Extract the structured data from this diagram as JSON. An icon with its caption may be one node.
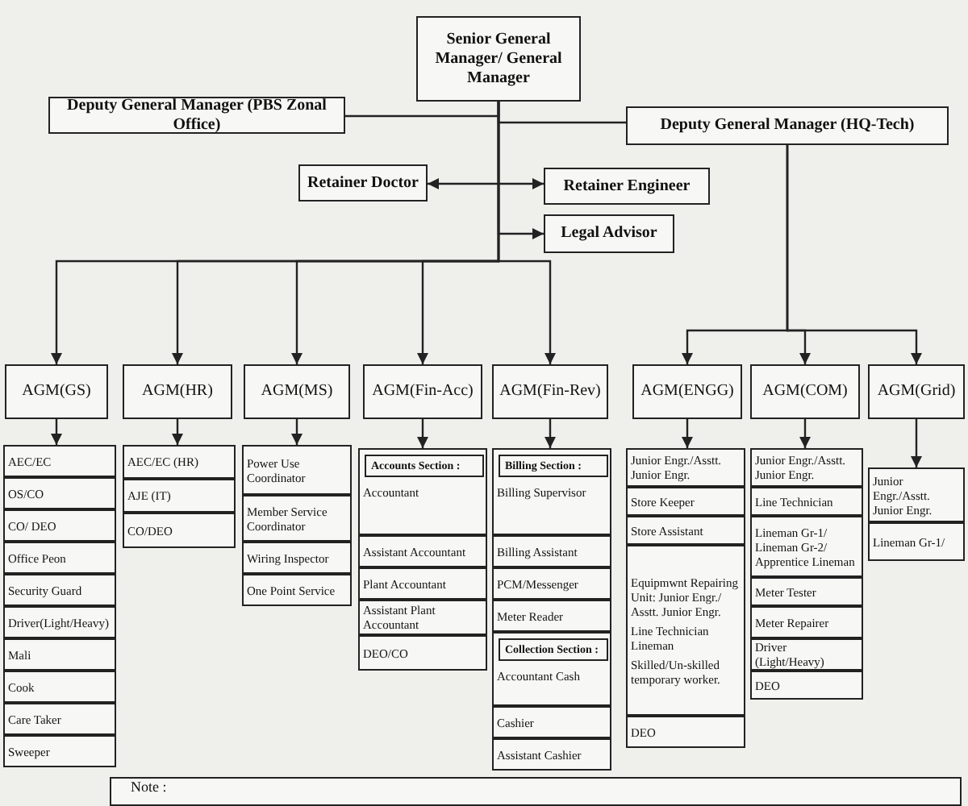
{
  "diagram": {
    "nodes": [
      {
        "text": [
          "Senior General Manager/ General Manager"
        ]
      },
      {
        "text": [
          "Deputy General Manager (PBS Zonal Office)"
        ]
      },
      {
        "text": [
          "Deputy General Manager (HQ-Tech)"
        ]
      },
      {
        "text": [
          "Retainer Doctor"
        ]
      },
      {
        "text": [
          "Retainer Engineer"
        ]
      },
      {
        "text": [
          "Legal Advisor"
        ]
      },
      {
        "text": [
          "AGM(GS)"
        ]
      },
      {
        "text": [
          "AGM(HR)"
        ]
      },
      {
        "text": [
          "AGM(MS)"
        ]
      },
      {
        "text": [
          "AGM(Fin-Acc)"
        ]
      },
      {
        "text": [
          "AGM(Fin-Rev)"
        ]
      },
      {
        "text": [
          "AGM(ENGG)"
        ]
      },
      {
        "text": [
          "AGM(COM)"
        ]
      },
      {
        "text": [
          "AGM(Grid)"
        ]
      },
      {
        "text": [
          "AEC/EC"
        ]
      },
      {
        "text": [
          "OS/CO"
        ]
      },
      {
        "text": [
          "CO/ DEO"
        ]
      },
      {
        "text": [
          "Office Peon"
        ]
      },
      {
        "text": [
          "Security Guard"
        ]
      },
      {
        "text": [
          "Driver(Light/Heavy)"
        ]
      },
      {
        "text": [
          "Mali"
        ]
      },
      {
        "text": [
          "Cook"
        ]
      },
      {
        "text": [
          "Care Taker"
        ]
      },
      {
        "text": [
          "Sweeper"
        ]
      },
      {
        "text": [
          "AEC/EC (HR)"
        ]
      },
      {
        "text": [
          "AJE (IT)"
        ]
      },
      {
        "text": [
          "CO/DEO"
        ]
      },
      {
        "text": [
          "Power Use Coordinator"
        ]
      },
      {
        "text": [
          "Member Service Coordinator"
        ]
      },
      {
        "text": [
          "Wiring Inspector"
        ]
      },
      {
        "text": [
          "One Point Service"
        ]
      },
      {
        "text": [
          "Accountant"
        ]
      },
      {
        "text": [
          "Accounts Section :"
        ],
        "in": 31
      },
      {
        "text": [
          "Assistant Accountant"
        ]
      },
      {
        "text": [
          "Plant Accountant"
        ]
      },
      {
        "text": [
          "Assistant Plant Accountant"
        ]
      },
      {
        "text": [
          "DEO/CO"
        ]
      },
      {
        "text": [
          "Billing Supervisor"
        ]
      },
      {
        "text": [
          "Billing Section :"
        ],
        "in": 37
      },
      {
        "text": [
          "Billing Assistant"
        ]
      },
      {
        "text": [
          "PCM/Messenger"
        ]
      },
      {
        "text": [
          "Meter Reader"
        ]
      },
      {
        "text": [
          "Accountant Cash"
        ]
      },
      {
        "text": [
          "Collection Section :"
        ],
        "in": 42
      },
      {
        "text": [
          "Cashier"
        ]
      },
      {
        "text": [
          "Assistant Cashier"
        ]
      },
      {
        "text": [
          "Junior Engr./Asstt. Junior Engr."
        ]
      },
      {
        "text": [
          "Store Keeper"
        ]
      },
      {
        "text": [
          "Store Assistant"
        ]
      },
      {
        "text": [
          "Equipmwnt Repairing Unit: Junior Engr./ Asstt. Junior Engr.",
          "Line Technician Lineman",
          "Skilled/Un-skilled temporary worker."
        ]
      },
      {
        "text": [
          "DEO"
        ]
      },
      {
        "text": [
          "Junior Engr./Asstt. Junior Engr."
        ]
      },
      {
        "text": [
          "Line Technician"
        ]
      },
      {
        "text": [
          "Lineman Gr-1/ Lineman Gr-2/ Apprentice Lineman"
        ]
      },
      {
        "text": [
          "Meter Tester"
        ]
      },
      {
        "text": [
          "Meter Repairer"
        ]
      },
      {
        "text": [
          "Driver (Light/Heavy)"
        ]
      },
      {
        "text": [
          "DEO"
        ]
      },
      {
        "text": [
          "Junior Engr./Asstt. Junior Engr."
        ]
      },
      {
        "text": [
          "Lineman Gr-1/"
        ]
      },
      {
        "text": [
          "Note :"
        ]
      }
    ],
    "edges": [
      {
        "from": 0,
        "to": 1,
        "arrow": "none"
      },
      {
        "from": 0,
        "to": 2,
        "arrow": "none"
      },
      {
        "from": 3,
        "to": 4,
        "arrow": "both"
      },
      {
        "from": 0,
        "to": 5,
        "arrow": "to"
      },
      {
        "from": 0,
        "to": 6,
        "arrow": "to"
      },
      {
        "from": 0,
        "to": 7,
        "arrow": "to"
      },
      {
        "from": 0,
        "to": 8,
        "arrow": "to"
      },
      {
        "from": 0,
        "to": 9,
        "arrow": "to"
      },
      {
        "from": 0,
        "to": 10,
        "arrow": "to"
      },
      {
        "from": 2,
        "to": 11,
        "arrow": "to"
      },
      {
        "from": 2,
        "to": 12,
        "arrow": "to"
      },
      {
        "from": 2,
        "to": 13,
        "arrow": "to"
      },
      {
        "from": 6,
        "to": 14,
        "arrow": "to"
      },
      {
        "from": 7,
        "to": 24,
        "arrow": "to"
      },
      {
        "from": 8,
        "to": 27,
        "arrow": "to"
      },
      {
        "from": 9,
        "to": 31,
        "arrow": "to"
      },
      {
        "from": 10,
        "to": 37,
        "arrow": "to"
      },
      {
        "from": 11,
        "to": 46,
        "arrow": "to"
      },
      {
        "from": 12,
        "to": 51,
        "arrow": "to"
      },
      {
        "from": 13,
        "to": 58,
        "arrow": "to"
      }
    ]
  }
}
